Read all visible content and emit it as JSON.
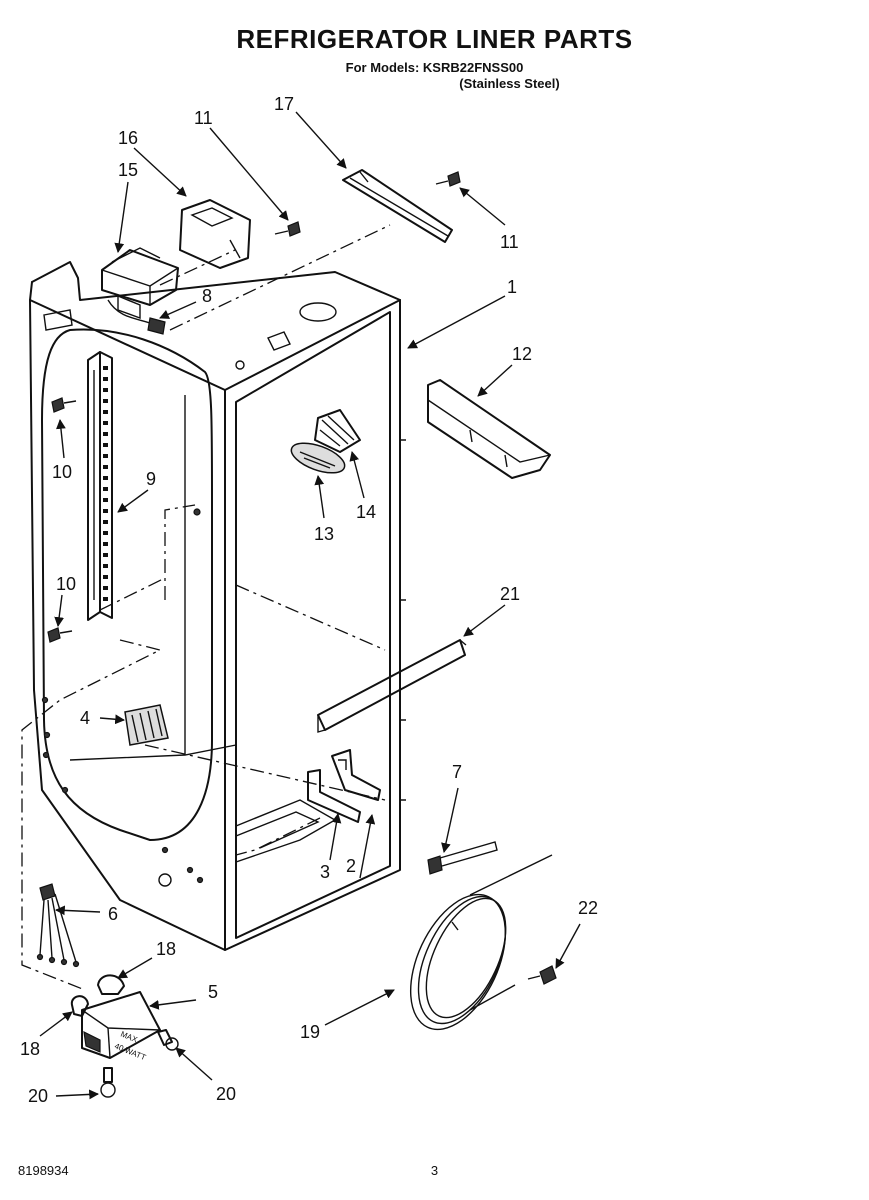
{
  "title": "REFRIGERATOR LINER PARTS",
  "subtitle_line1": "For Models: KSRB22FNSS00",
  "subtitle_line2": "(Stainless Steel)",
  "callouts": [
    {
      "id": "1",
      "label": "1"
    },
    {
      "id": "2",
      "label": "2"
    },
    {
      "id": "3",
      "label": "3"
    },
    {
      "id": "4",
      "label": "4"
    },
    {
      "id": "5",
      "label": "5"
    },
    {
      "id": "6",
      "label": "6"
    },
    {
      "id": "7",
      "label": "7"
    },
    {
      "id": "8",
      "label": "8"
    },
    {
      "id": "9",
      "label": "9"
    },
    {
      "id": "10a",
      "label": "10"
    },
    {
      "id": "10b",
      "label": "10"
    },
    {
      "id": "11a",
      "label": "11"
    },
    {
      "id": "11b",
      "label": "11"
    },
    {
      "id": "12",
      "label": "12"
    },
    {
      "id": "13",
      "label": "13"
    },
    {
      "id": "14",
      "label": "14"
    },
    {
      "id": "15",
      "label": "15"
    },
    {
      "id": "16",
      "label": "16"
    },
    {
      "id": "17",
      "label": "17"
    },
    {
      "id": "18a",
      "label": "18"
    },
    {
      "id": "18b",
      "label": "18"
    },
    {
      "id": "19",
      "label": "19"
    },
    {
      "id": "20a",
      "label": "20"
    },
    {
      "id": "20b",
      "label": "20"
    },
    {
      "id": "21",
      "label": "21"
    },
    {
      "id": "22",
      "label": "22"
    }
  ],
  "lamp_text_1": "MAX",
  "lamp_text_2": "40 WATT",
  "footer_part_number": "8198934",
  "footer_page": "3"
}
